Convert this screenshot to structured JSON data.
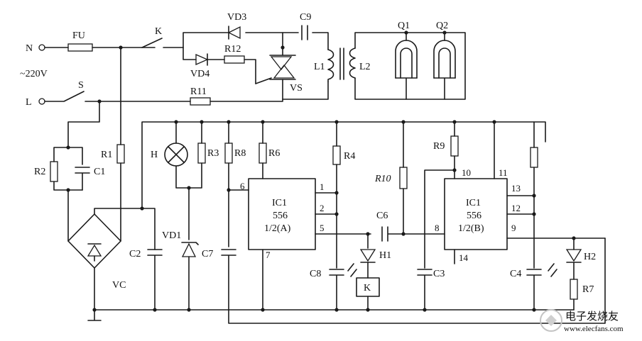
{
  "terminals": {
    "n": "N",
    "l": "L",
    "mains": "~220V"
  },
  "switches": {
    "k": "K",
    "s": "S"
  },
  "fuse": "FU",
  "diodes": {
    "vd3": "VD3",
    "vd4": "VD4",
    "vd1": "VD1",
    "h1": "H1",
    "h2": "H2"
  },
  "resistors": {
    "r1": "R1",
    "r2": "R2",
    "r3": "R3",
    "r4": "R4",
    "r6": "R6",
    "r7": "R7",
    "r8": "R8",
    "r9": "R9",
    "r10": "R10",
    "r11": "R11",
    "r12": "R12"
  },
  "capacitors": {
    "c1": "C1",
    "c2": "C2",
    "c3": "C3",
    "c4": "C4",
    "c6": "C6",
    "c7": "C7",
    "c8": "C8",
    "c9": "C9"
  },
  "inductors": {
    "l1": "L1",
    "l2": "L2"
  },
  "triac": "VS",
  "lamps": {
    "q1": "Q1",
    "q2": "Q2",
    "h": "H"
  },
  "bridge": "VC",
  "relay": "K",
  "ic_a": {
    "name": "IC1",
    "part": "556",
    "half": "1/2(A)",
    "pins": [
      "6",
      "1",
      "2",
      "5",
      "7"
    ]
  },
  "ic_b": {
    "name": "IC1",
    "part": "556",
    "half": "1/2(B)",
    "pins": [
      "10",
      "11",
      "13",
      "12",
      "8",
      "9",
      "14"
    ]
  },
  "watermark": {
    "brand": "电子发烧友",
    "url": "www.elecfans.com"
  }
}
